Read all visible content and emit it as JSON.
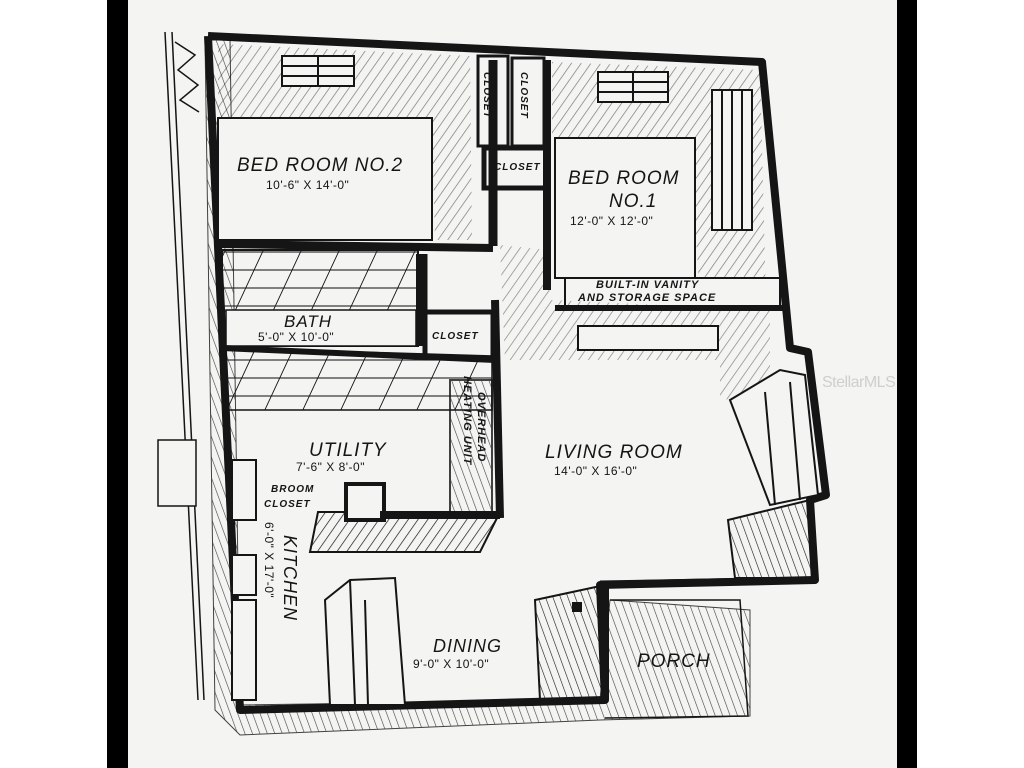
{
  "diagram": {
    "type": "isometric floor plan",
    "rooms": {
      "bedroom2": {
        "name": "BED ROOM NO.2",
        "size": "10'-6\" X 14'-0\""
      },
      "bedroom1": {
        "name_line1": "BED ROOM",
        "name_line2": "NO.1",
        "size": "12'-0\" X 12'-0\""
      },
      "bath": {
        "name": "BATH",
        "size": "5'-0\" X 10'-0\""
      },
      "utility": {
        "name": "UTILITY",
        "size": "7'-6\" X 8'-0\""
      },
      "living_room": {
        "name": "LIVING ROOM",
        "size": "14'-0\" X 16'-0\""
      },
      "kitchen": {
        "name": "KITCHEN",
        "size": "6'-0\" X 17'-0\""
      },
      "dining": {
        "name": "DINING",
        "size": "9'-0\" X 10'-0\""
      },
      "porch": {
        "name": "PORCH"
      }
    },
    "closets": {
      "closet_top_left": "CLOSET",
      "closet_top_right": "CLOSET",
      "closet_middle": "CLOSET",
      "closet_hall": "CLOSET",
      "broom_closet_line1": "BROOM",
      "broom_closet_line2": "CLOSET"
    },
    "annotations": {
      "vanity_line1": "BUILT-IN VANITY",
      "vanity_line2": "AND STORAGE SPACE",
      "heating_line1": "OVERHEAD",
      "heating_line2": "HEATING UNIT"
    },
    "watermark": "StellarMLS",
    "colors": {
      "ink": "#151515",
      "paper": "#f4f4f2",
      "frame": "#000000"
    }
  }
}
